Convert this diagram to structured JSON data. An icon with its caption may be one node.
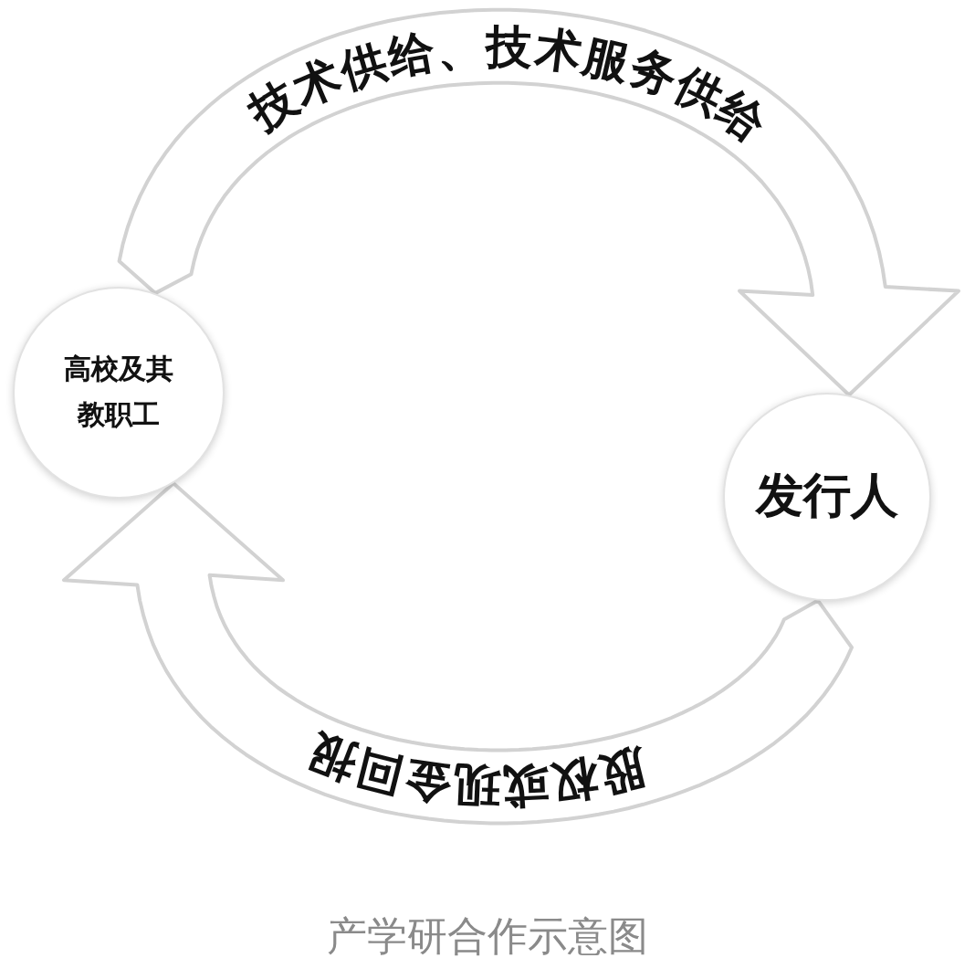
{
  "diagram": {
    "caption": "产学研合作示意图",
    "nodes": [
      {
        "text": [
          "高校及其教职工"
        ]
      },
      {
        "text": [
          "发行人"
        ]
      }
    ],
    "edges": [
      {
        "from": 0,
        "to": 1,
        "arrow": "to",
        "label": "技术供给、技术服务供给"
      },
      {
        "from": 1,
        "to": 0,
        "arrow": "to",
        "label": "股权或现金回报"
      }
    ]
  }
}
